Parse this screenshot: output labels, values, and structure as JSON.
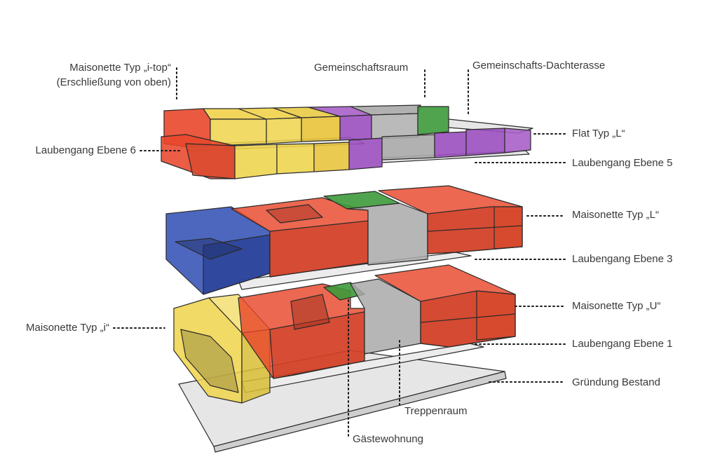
{
  "labels": {
    "maisonette_i_top": "Maisonette Typ „i-top“",
    "erschliessung": "(Erschließung von oben)",
    "gemeinschaftsraum": "Gemeinschaftsraum",
    "dachterasse": "Gemeinschafts-Dachterasse",
    "flat_l": "Flat Typ „L“",
    "laubengang_6": "Laubengang Ebene 6",
    "laubengang_5": "Laubengang Ebene 5",
    "maisonette_l": "Maisonette Typ „L“",
    "laubengang_3": "Laubengang Ebene 3",
    "maisonette_u": "Maisonette Typ „U“",
    "maisonette_i": "Maisonette Typ „i“",
    "laubengang_1": "Laubengang Ebene 1",
    "gruendung": "Gründung Bestand",
    "treppenraum": "Treppenraum",
    "gaestewohnung": "Gästewohnung"
  },
  "colors": {
    "red": "#e8472b",
    "yellow": "#eed44a",
    "purple": "#9b4fbf",
    "blue": "#3a56b8",
    "green": "#3d9a3a",
    "grey": "#a9a9a9",
    "slab": "#e6e6e6",
    "line": "#2b2b2b"
  }
}
